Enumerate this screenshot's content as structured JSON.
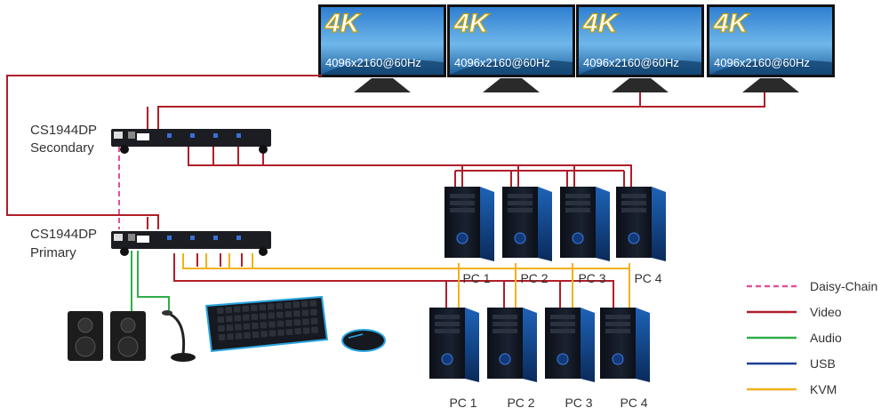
{
  "colors": {
    "daisy_chain": "#e0529c",
    "video": "#b01e2a",
    "audio": "#2fae4a",
    "usb": "#1c3f94",
    "kvm": "#f2b21a"
  },
  "monitors": [
    {
      "badge": "4K",
      "resolution": "4096x2160@60Hz"
    },
    {
      "badge": "4K",
      "resolution": "4096x2160@60Hz"
    },
    {
      "badge": "4K",
      "resolution": "4096x2160@60Hz"
    },
    {
      "badge": "4K",
      "resolution": "4096x2160@60Hz"
    }
  ],
  "switches": {
    "secondary": {
      "model": "CS1944DP",
      "role": "Secondary"
    },
    "primary": {
      "model": "CS1944DP",
      "role": "Primary"
    }
  },
  "pcs_top": [
    "PC 1",
    "PC 2",
    "PC 3",
    "PC 4"
  ],
  "pcs_bottom": [
    "PC 1",
    "PC 2",
    "PC 3",
    "PC 4"
  ],
  "legend": [
    {
      "label": "Daisy-Chain",
      "color": "#e0529c",
      "style": "dashed"
    },
    {
      "label": "Video",
      "color": "#b01e2a",
      "style": "solid"
    },
    {
      "label": "Audio",
      "color": "#2fae4a",
      "style": "solid"
    },
    {
      "label": "USB",
      "color": "#1c3f94",
      "style": "solid"
    },
    {
      "label": "KVM",
      "color": "#f2b21a",
      "style": "solid"
    }
  ],
  "icons": [
    "monitor-icon",
    "kvm-switch-icon",
    "pc-tower-icon",
    "speaker-icon",
    "microphone-icon",
    "keyboard-icon",
    "mouse-icon"
  ]
}
